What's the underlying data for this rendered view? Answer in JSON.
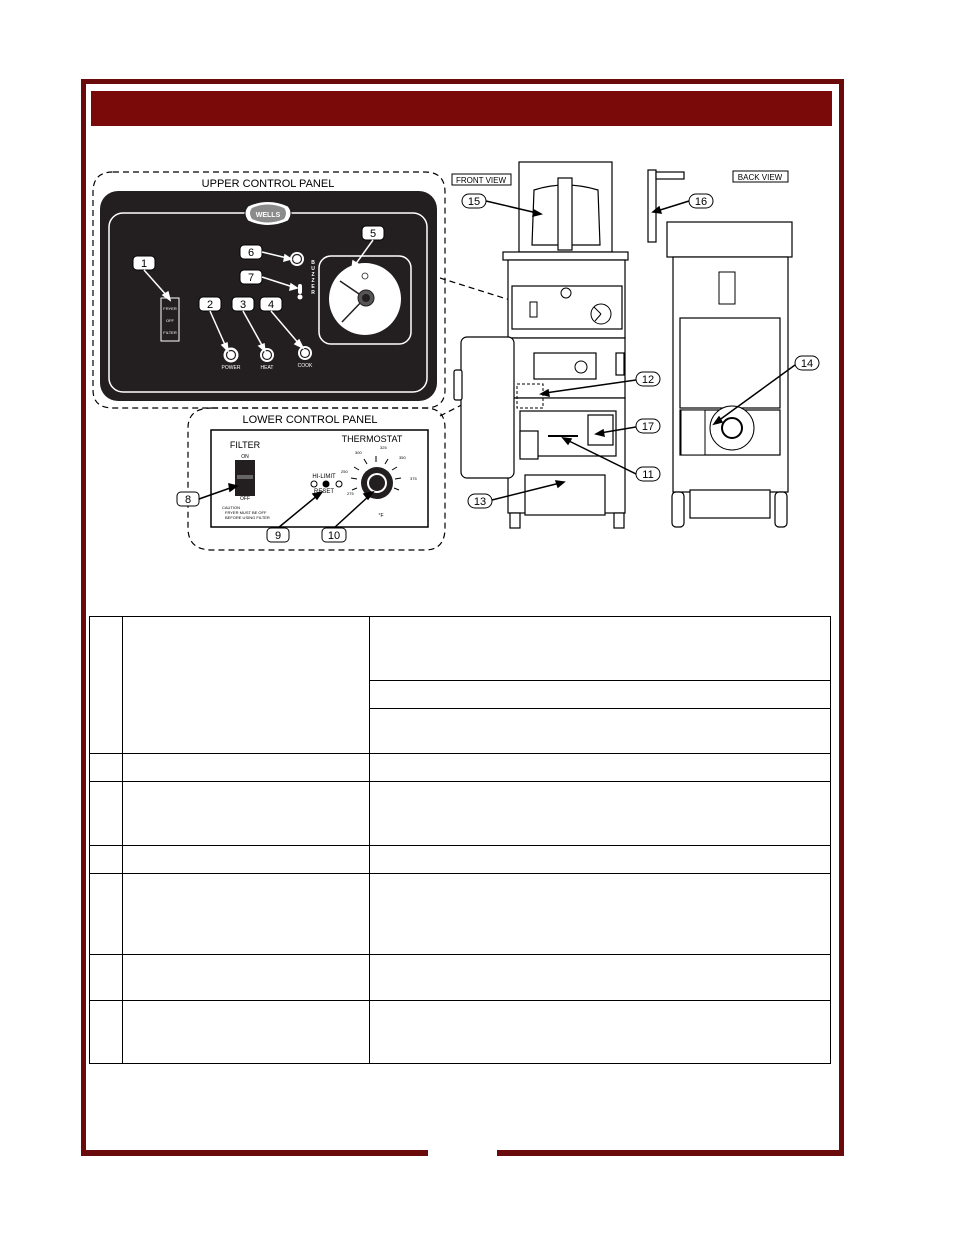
{
  "figure": {
    "upper_panel_title": "UPPER CONTROL PANEL",
    "lower_panel_title": "LOWER CONTROL PANEL",
    "front_view_label": "FRONT VIEW",
    "back_view_label": "BACK VIEW",
    "logo_text": "WELLS",
    "buzzer_text": "BUZZER",
    "switch_labels": [
      "FRYER",
      "OFF",
      "FILTER"
    ],
    "light_labels": {
      "power": "POWER",
      "heat": "HEAT",
      "cook": "COOK"
    },
    "filter_label": "FILTER",
    "filter_on": "ON",
    "filter_off": "OFF",
    "hi_limit": "HI-LIMIT",
    "reset": "RESET",
    "thermostat_label": "THERMOSTAT",
    "thermostat_ticks": [
      "275",
      "250",
      "300",
      "325",
      "350",
      "375"
    ],
    "degree_label": "°F",
    "caution_text": [
      "CAUTION",
      "FRYER MUST BE OFF",
      "BEFORE USING FILTER"
    ],
    "callouts": [
      "1",
      "2",
      "3",
      "4",
      "5",
      "6",
      "7",
      "8",
      "9",
      "10",
      "11",
      "12",
      "13",
      "14",
      "15",
      "16",
      "17"
    ]
  },
  "table": {
    "rows": [
      {
        "num": "",
        "name": "",
        "desc": [
          "",
          "",
          ""
        ]
      },
      {
        "num": "",
        "name": "",
        "desc": [
          ""
        ]
      },
      {
        "num": "",
        "name": "",
        "desc": [
          ""
        ]
      },
      {
        "num": "",
        "name": "",
        "desc": [
          ""
        ]
      },
      {
        "num": "",
        "name": "",
        "desc": [
          ""
        ]
      },
      {
        "num": "",
        "name": "",
        "desc": [
          ""
        ]
      },
      {
        "num": "",
        "name": "",
        "desc": [
          ""
        ]
      }
    ]
  },
  "colors": {
    "frame": "#6b0a0a",
    "header": "#7a0a0a",
    "panel": "#231f20"
  }
}
